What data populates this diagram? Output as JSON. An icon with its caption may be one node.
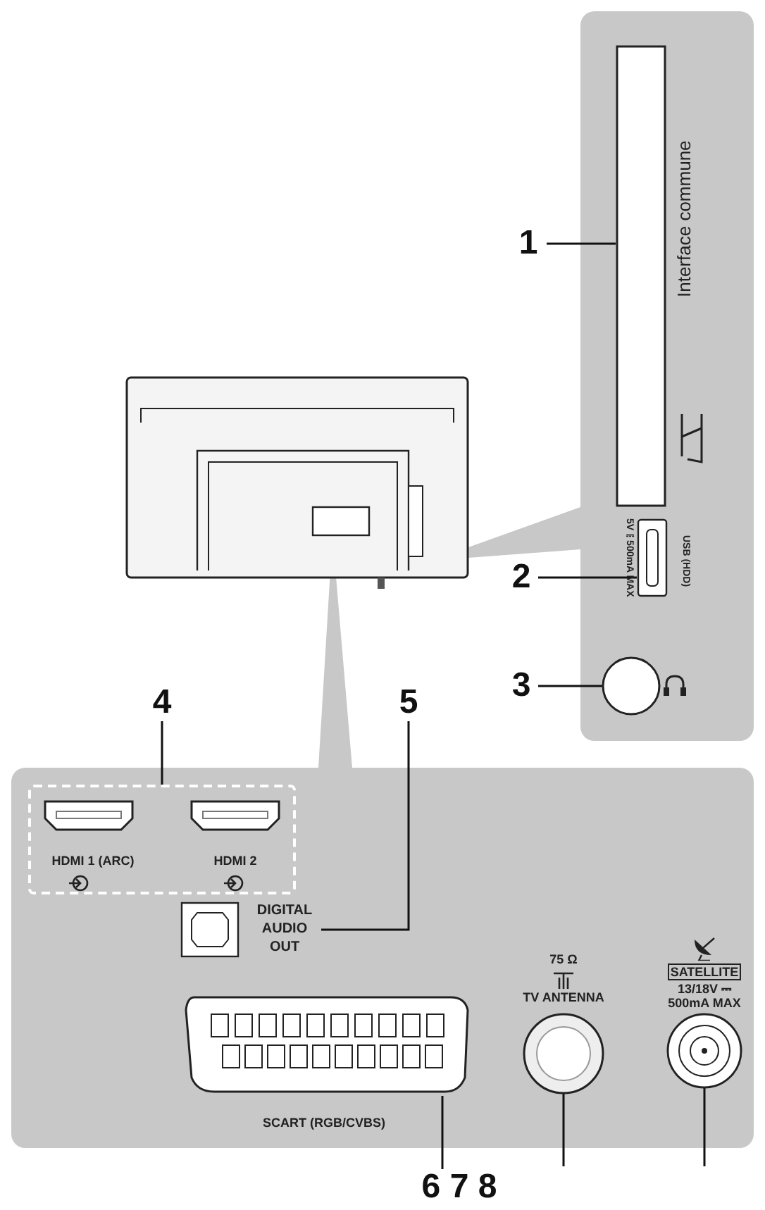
{
  "diagram": {
    "nodes": [
      {
        "text": [
          "1"
        ]
      },
      {
        "text": [],
        "shape": "box",
        "beside": [
          "Interface commune"
        ]
      },
      {
        "text": [
          "2"
        ]
      },
      {
        "text": [],
        "shape": "box",
        "beside": [
          "5V⎓500mA MAX",
          "USB (HDD)"
        ]
      },
      {
        "text": [
          "3"
        ]
      },
      {
        "text": [],
        "shape": "circle"
      },
      {
        "text": [
          "4"
        ]
      },
      {
        "text": [],
        "shape": "box"
      },
      {
        "text": [
          "5"
        ]
      },
      {
        "text": [
          "DIGITAL AUDIO OUT"
        ]
      },
      {
        "text": [
          "6 7 8"
        ]
      },
      {
        "text": [],
        "shape": "box",
        "beside": [
          "SCART (RGB/CVBS)"
        ]
      },
      {
        "text": [],
        "shape": "circle",
        "beside": [
          "75 Ω",
          "TV ANTENNA"
        ]
      },
      {
        "text": [],
        "shape": "circle",
        "beside": [
          "SATELLITE",
          "13/18V ⎓ 500mA MAX"
        ]
      }
    ],
    "edges": [
      {
        "from": 0,
        "to": 1,
        "arrow": "none"
      },
      {
        "from": 2,
        "to": 3,
        "arrow": "none"
      },
      {
        "from": 4,
        "to": 5,
        "arrow": "none"
      },
      {
        "from": 6,
        "to": 7,
        "arrow": "none"
      },
      {
        "from": 8,
        "to": 9,
        "arrow": "none"
      },
      {
        "from": 10,
        "to": 11,
        "arrow": "none"
      },
      {
        "from": null,
        "to": 12,
        "arrow": "none"
      },
      {
        "from": null,
        "to": 13,
        "arrow": "none"
      }
    ],
    "labels": [
      "HDMI 1 (ARC)",
      "HDMI 2"
    ]
  }
}
